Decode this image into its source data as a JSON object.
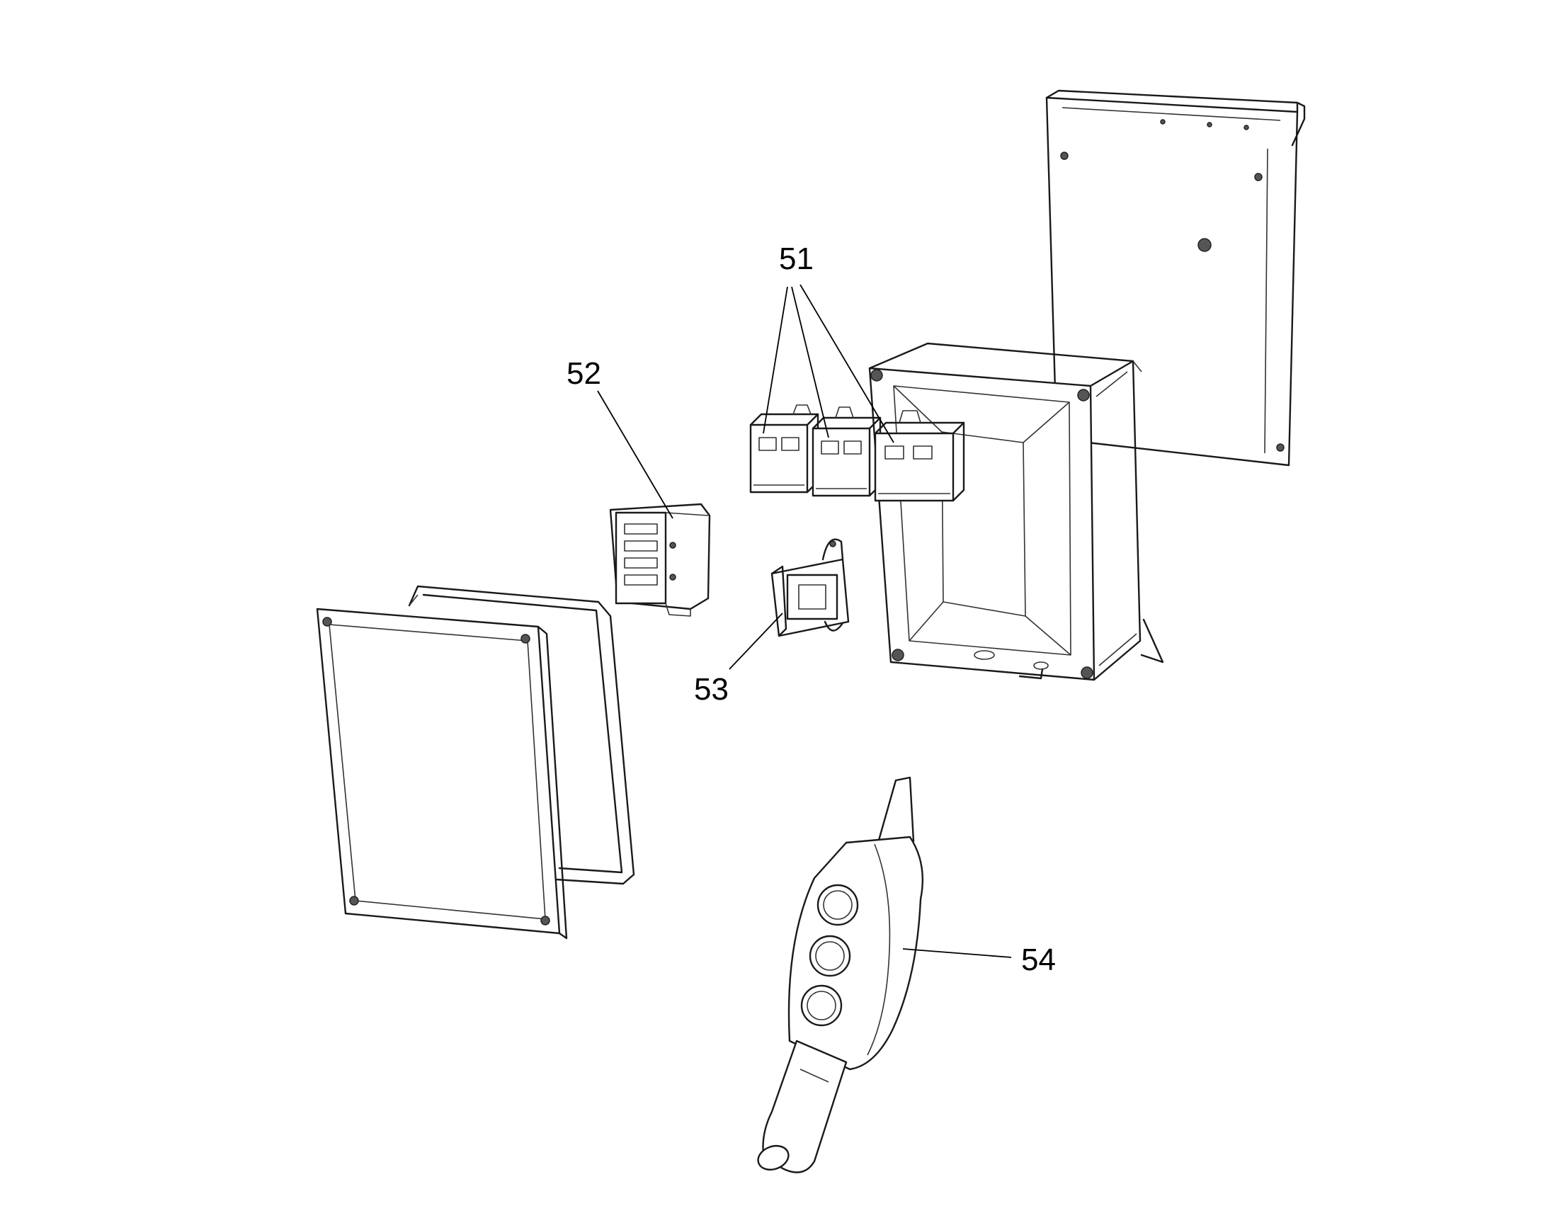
{
  "labels": {
    "p51": "51",
    "p52": "52",
    "p53": "53",
    "p54": "54"
  },
  "colors": {
    "line": "#1a1a1a",
    "background": "#ffffff"
  }
}
